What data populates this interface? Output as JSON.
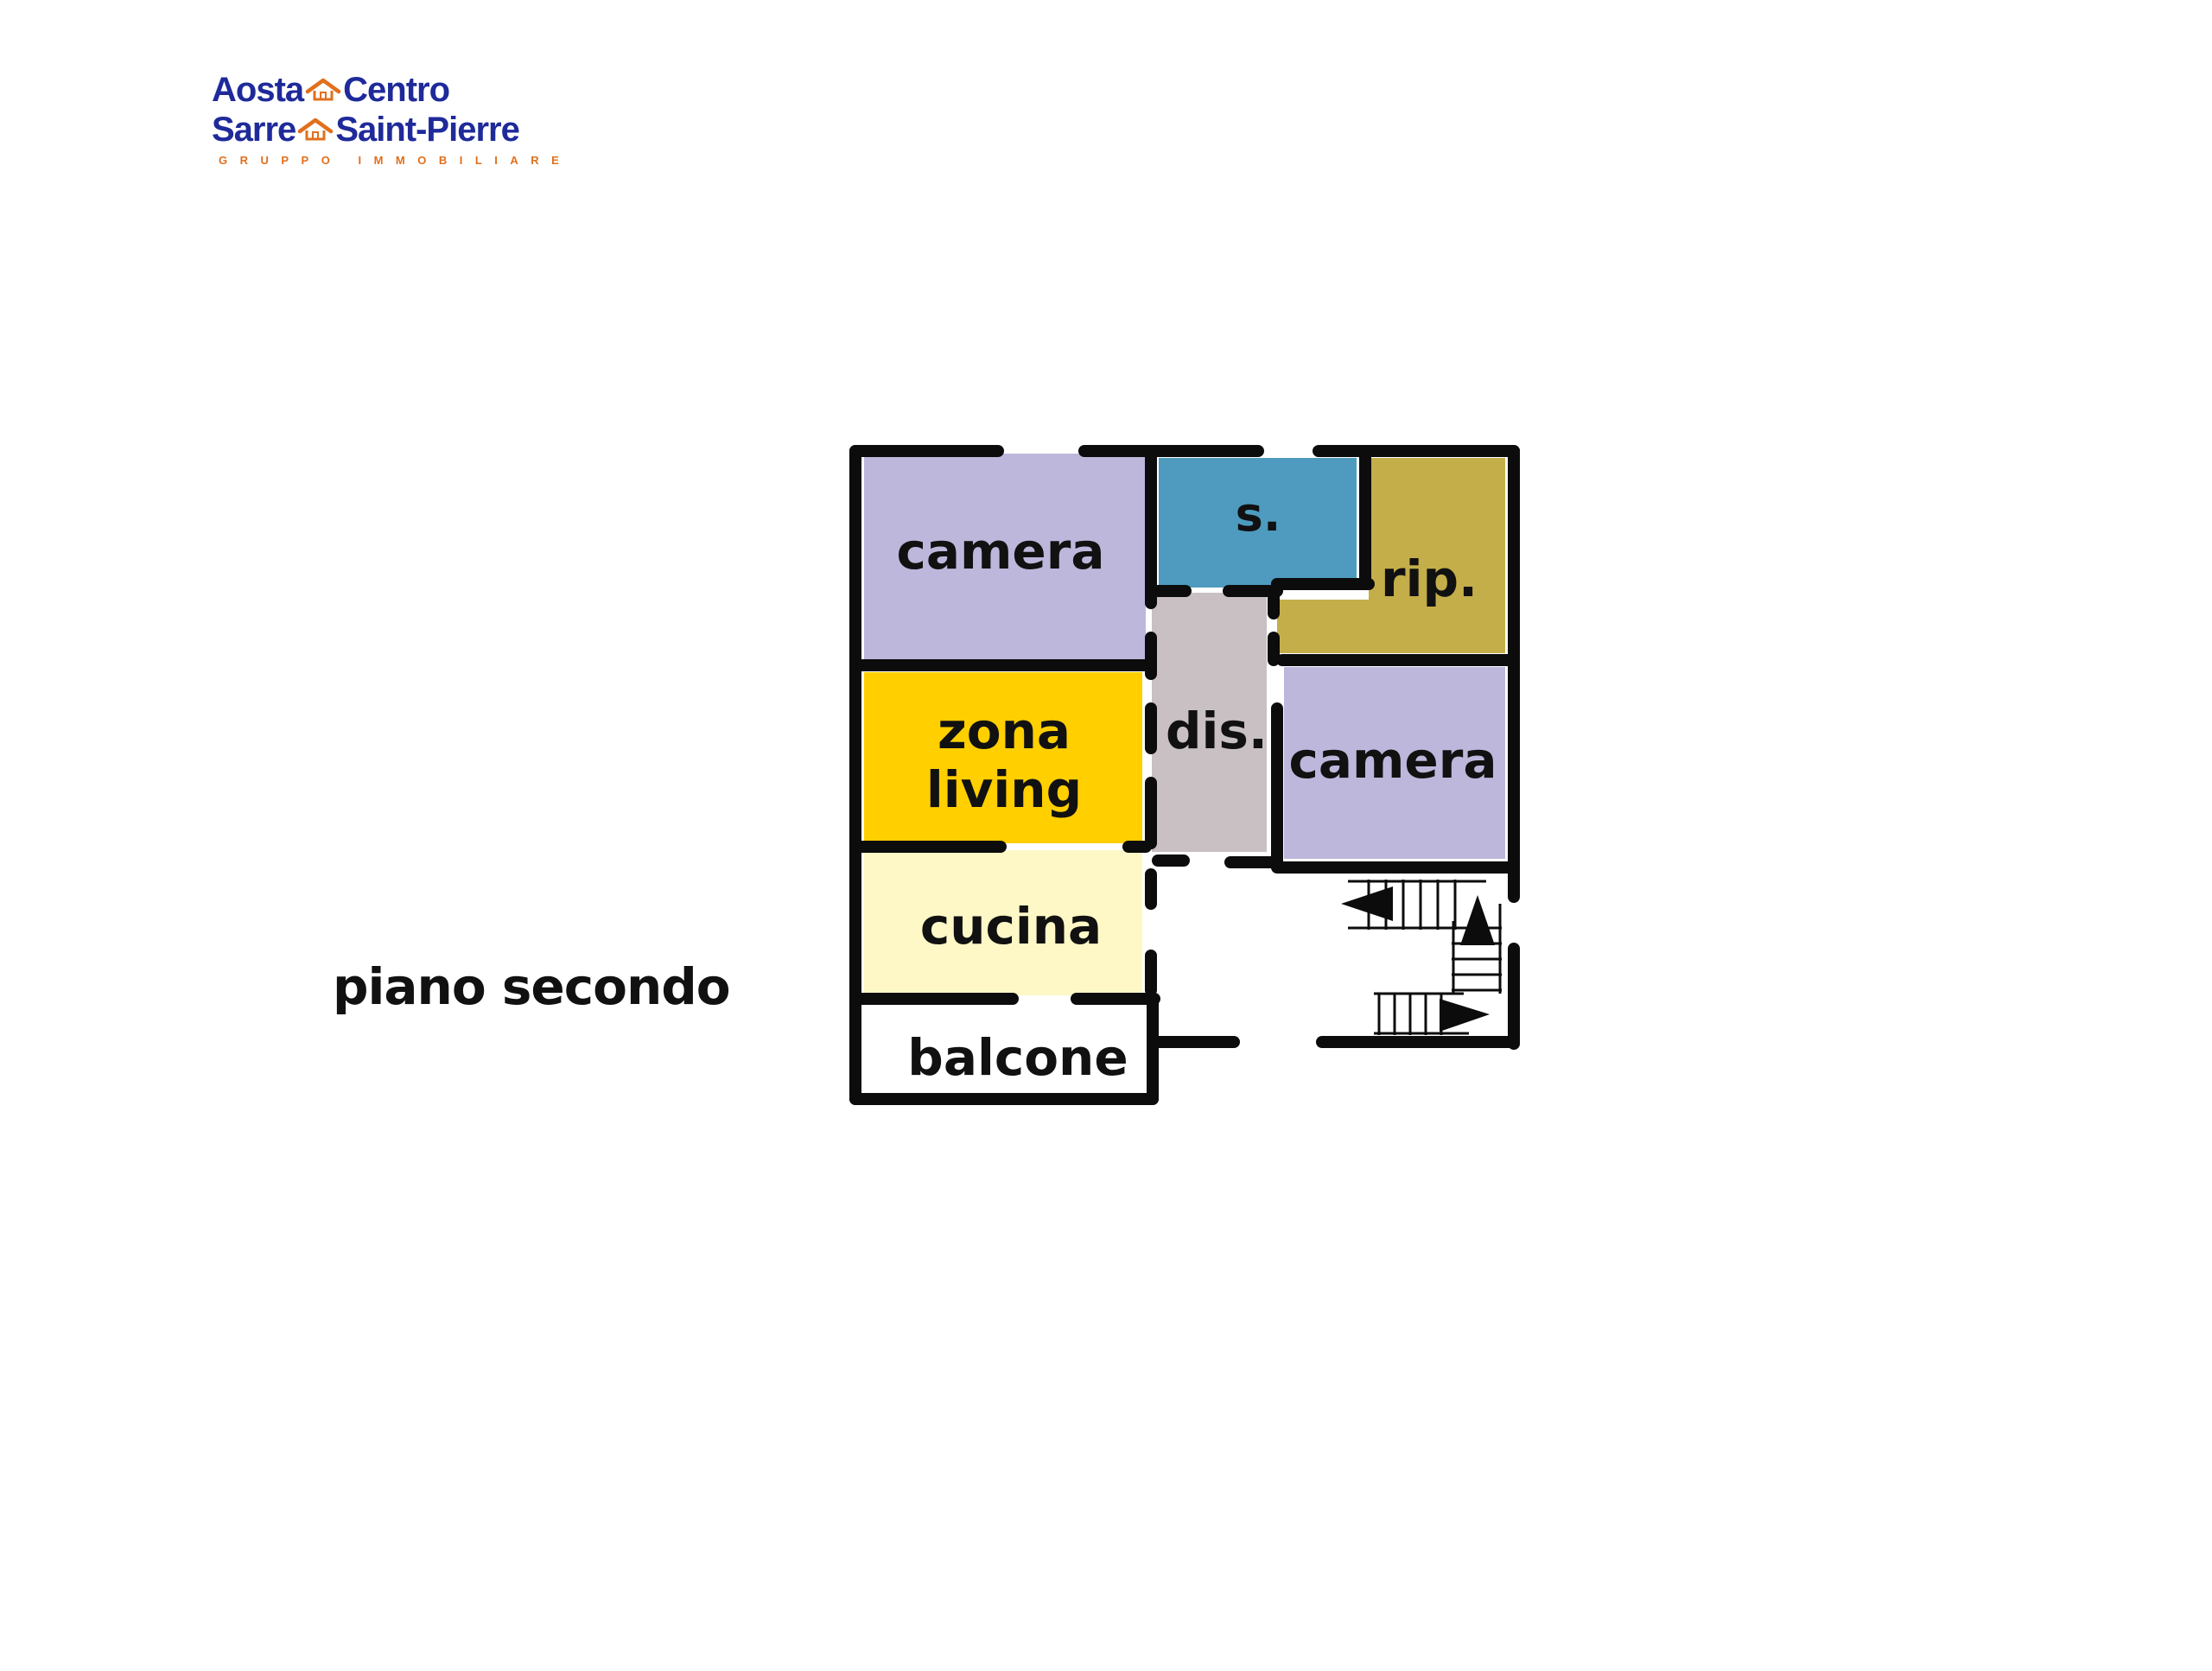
{
  "logo": {
    "line1_left": "Aosta",
    "line1_right": "Centro",
    "line2_left": "Sarre",
    "line2_right": "Saint-Pierre",
    "tagline": "GRUPPO IMMOBILIARE",
    "text_color": "#1f2a9a",
    "accent_color": "#e0701e",
    "icon": "house-icon"
  },
  "floor_label": "piano secondo",
  "rooms": {
    "camera_nw": {
      "label": "camera",
      "color": "#bdb7dc"
    },
    "zona_living": {
      "label_line1": "zona",
      "label_line2": "living",
      "color": "#ffcf00"
    },
    "cucina": {
      "label": "cucina",
      "color": "#fdf8c6"
    },
    "balcone": {
      "label": "balcone",
      "color": "#ffffff"
    },
    "bagno": {
      "label": "s.",
      "color": "#4e9bbf"
    },
    "disimpegno": {
      "label": "dis.",
      "color": "#c8c0c3"
    },
    "ripostiglio": {
      "label": "rip.",
      "color": "#c4ae4a"
    },
    "camera_e": {
      "label": "camera",
      "color": "#bdb7dc"
    }
  },
  "wall_color": "#0c0c0c",
  "stairs_icon": "staircase-icon"
}
